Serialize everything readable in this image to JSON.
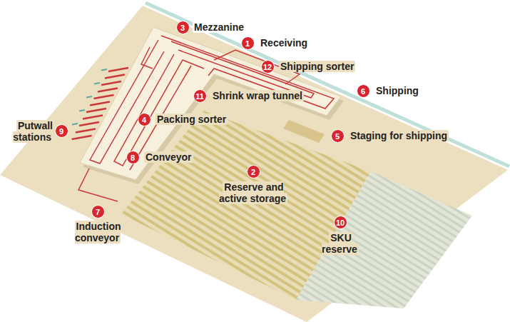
{
  "diagram": {
    "labels": [
      "3",
      "Mezzanine",
      "1",
      "Receiving",
      "12",
      "Shipping sorter",
      "11",
      "Shrink wrap tunnel",
      "6",
      "Shipping",
      "4",
      "Packing sorter",
      "9",
      "Putwall stations",
      "5",
      "Staging for shipping",
      "8",
      "Conveyor",
      "2",
      "Reserve and active storage",
      "7",
      "Induction conveyor",
      "10",
      "SKU reserve"
    ]
  }
}
